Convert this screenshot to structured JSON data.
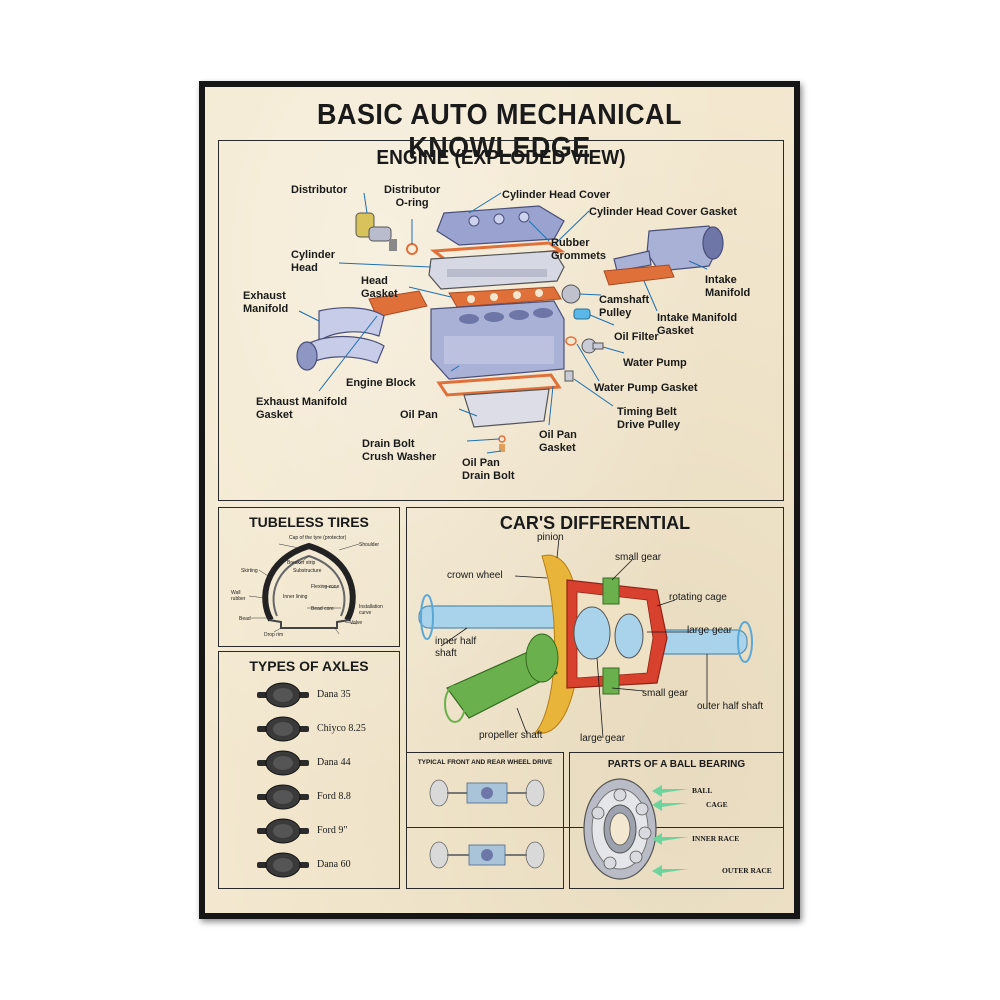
{
  "title": "BASIC AUTO MECHANICAL KNOWLEDGE",
  "engine": {
    "title": "ENGINE (EXPLODED VIEW)",
    "labels": {
      "distributor": "Distributor",
      "distributor_oring_1": "Distributor",
      "distributor_oring_2": "O-ring",
      "cylinder_head_cover": "Cylinder Head Cover",
      "cylinder_head_cover_gasket": "Cylinder Head Cover Gasket",
      "rubber_grommets_1": "Rubber",
      "rubber_grommets_2": "Grommets",
      "cylinder_head_1": "Cylinder",
      "cylinder_head_2": "Head",
      "intake_manifold_1": "Intake",
      "intake_manifold_2": "Manifold",
      "head_gasket_1": "Head",
      "head_gasket_2": "Gasket",
      "exhaust_manifold_1": "Exhaust",
      "exhaust_manifold_2": "Manifold",
      "camshaft_pulley_1": "Camshaft",
      "camshaft_pulley_2": "Pulley",
      "intake_manifold_gasket_1": "Intake Manifold",
      "intake_manifold_gasket_2": "Gasket",
      "oil_filter": "Oil Filter",
      "water_pump": "Water Pump",
      "engine_block": "Engine Block",
      "water_pump_gasket": "Water Pump Gasket",
      "exhaust_manifold_gasket_1": "Exhaust Manifold",
      "exhaust_manifold_gasket_2": "Gasket",
      "oil_pan": "Oil Pan",
      "timing_belt_1": "Timing Belt",
      "timing_belt_2": "Drive Pulley",
      "oil_pan_gasket_1": "Oil Pan",
      "oil_pan_gasket_2": "Gasket",
      "drain_bolt_1": "Drain Bolt",
      "drain_bolt_2": "Crush Washer",
      "oil_pan_drain_bolt_1": "Oil Pan",
      "oil_pan_drain_bolt_2": "Drain Bolt"
    }
  },
  "tires": {
    "title": "TUBELESS TIRES",
    "labels": {
      "cap": "Cap of the tyre (protector)",
      "shoulder": "Shoulder",
      "breaker": "Breaker strip",
      "substructure": "Substructure",
      "skirting": "Skirting",
      "flexing": "Flexing zone",
      "wall_1": "Wall",
      "wall_2": "rubber",
      "inner_lining": "Inner lining",
      "bead_core": "Bead core",
      "installation_1": "Installation",
      "installation_2": "curve",
      "bead": "Bead",
      "valve": "Valve",
      "drop_rim": "Drop rim"
    }
  },
  "differential": {
    "title": "CAR'S DIFFERENTIAL",
    "labels": {
      "pinion": "pinion",
      "small_gear_top": "small gear",
      "crown_wheel": "crown wheel",
      "rotating_cage": "rotating cage",
      "large_gear_right": "large gear",
      "inner_half_1": "inner half",
      "inner_half_2": "shaft",
      "small_gear_bottom": "small gear",
      "outer_half_shaft": "outer  half shaft",
      "propeller_shaft": "propeller shaft",
      "large_gear_bottom": "large gear"
    }
  },
  "axles": {
    "title": "TYPES OF AXLES",
    "items": [
      "Dana 35",
      "Chiyco 8.25",
      "Dana 44",
      "Ford 8.8",
      "Ford 9\"",
      "Dana 60"
    ]
  },
  "wheel_drive": {
    "title": "TYPICAL FRONT AND REAR WHEEL DRIVE"
  },
  "bearing": {
    "title": "PARTS OF A BALL BEARING",
    "labels": {
      "ball": "BALL",
      "cage": "CAGE",
      "inner_race": "INNER RACE",
      "outer_race": "OUTER RACE"
    }
  },
  "colors": {
    "poster_bg": "#f3e8cf",
    "ink": "#1a1a1a",
    "engine_metal": "#9aa3cf",
    "gasket": "#e0703a",
    "callout": "#5aa8d8",
    "shaft": "#a9d3ea",
    "crown_wheel": "#e8b53a",
    "gear_green": "#6ab04c",
    "cage_red": "#d9412f"
  }
}
